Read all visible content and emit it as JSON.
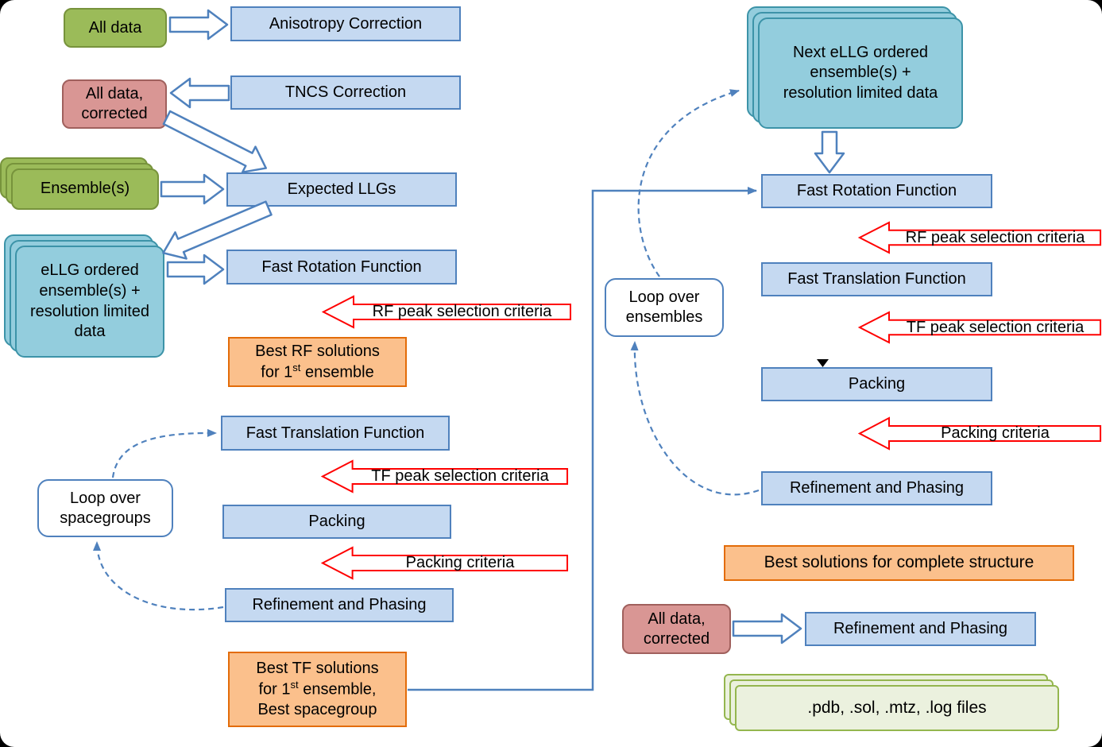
{
  "colors": {
    "blue_fill": "#C5D9F1",
    "blue_border": "#4F81BD",
    "green_fill": "#9BBB59",
    "green_border": "#77933C",
    "pink_fill": "#D99694",
    "pink_border": "#A0605D",
    "teal_fill": "#93CDDD",
    "teal_border": "#3C93A8",
    "orange_fill": "#FBC08C",
    "orange_border": "#E36C09",
    "pale_fill": "#EBF1DE",
    "pale_border": "#94B64E",
    "red": "#FF0000"
  },
  "left": {
    "all_data": "All data",
    "anisotropy": "Anisotropy Correction",
    "tncs": "TNCS Correction",
    "all_data_corrected": "All data, corrected",
    "ensembles": "Ensemble(s)",
    "expected_llgs": "Expected LLGs",
    "ellg_ensembles": "eLLG ordered ensemble(s) + resolution limited data",
    "fast_rotation": "Fast Rotation Function",
    "rf_criteria": "RF peak selection criteria",
    "best_rf": {
      "line1": "Best RF solutions",
      "line2a": "for 1",
      "sup": "st",
      "line2b": " ensemble"
    },
    "fast_translation": "Fast Translation Function",
    "tf_criteria": "TF peak selection criteria",
    "loop_spacegroups": "Loop over spacegroups",
    "packing": "Packing",
    "packing_criteria": "Packing criteria",
    "refinement": "Refinement and Phasing",
    "best_tf": {
      "line1": "Best TF solutions",
      "line2a": "for 1",
      "sup": "st",
      "line2b": " ensemble,",
      "line3": "Best spacegroup"
    }
  },
  "right": {
    "next_ellg": "Next eLLG ordered ensemble(s) + resolution limited data",
    "fast_rotation": "Fast Rotation Function",
    "rf_criteria": "RF peak selection criteria",
    "fast_translation": "Fast Translation Function",
    "tf_criteria": "TF peak selection criteria",
    "loop_ensembles": "Loop over ensembles",
    "packing": "Packing",
    "packing_criteria": "Packing criteria",
    "refinement": "Refinement and Phasing",
    "best_solutions": "Best solutions for complete structure",
    "all_data_corrected": "All data, corrected",
    "final_refinement": "Refinement and Phasing",
    "output_files": ".pdb, .sol, .mtz, .log files"
  }
}
